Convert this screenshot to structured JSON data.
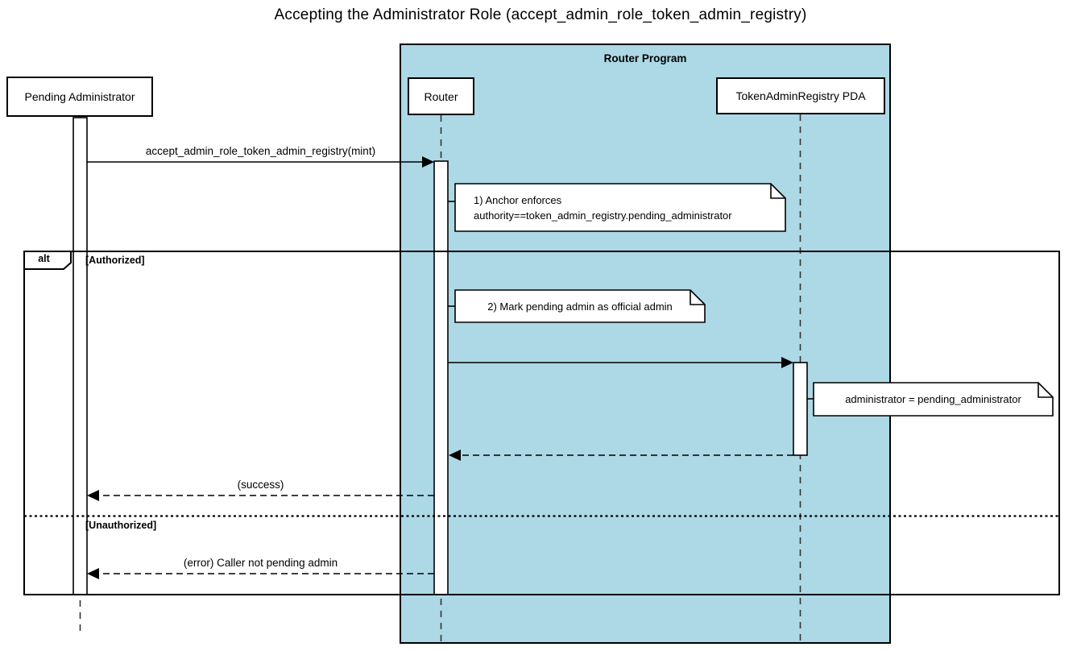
{
  "title": "Accepting the Administrator Role (accept_admin_role_token_admin_registry)",
  "colors": {
    "container_fill": "#ADD8E6",
    "line": "#000000",
    "note_fill": "#FFFFFF"
  },
  "container": {
    "label": "Router Program"
  },
  "participants": {
    "pending_admin": {
      "label": "Pending Administrator"
    },
    "router": {
      "label": "Router"
    },
    "pda": {
      "label": "TokenAdminRegistry PDA"
    }
  },
  "alt_fragment": {
    "operator": "alt",
    "guard_authorized": "[Authorized]",
    "guard_unauthorized": "[Unauthorized]"
  },
  "messages": {
    "call": "accept_admin_role_token_admin_registry(mint)",
    "success": "(success)",
    "error": "(error) Caller not pending admin"
  },
  "notes": {
    "anchor_enforces": {
      "line1": "1) Anchor enforces",
      "line2": "authority==token_admin_registry.pending_administrator"
    },
    "mark_admin": {
      "text": "2) Mark pending admin as official admin"
    },
    "assign_admin": {
      "text": "administrator = pending_administrator"
    }
  }
}
